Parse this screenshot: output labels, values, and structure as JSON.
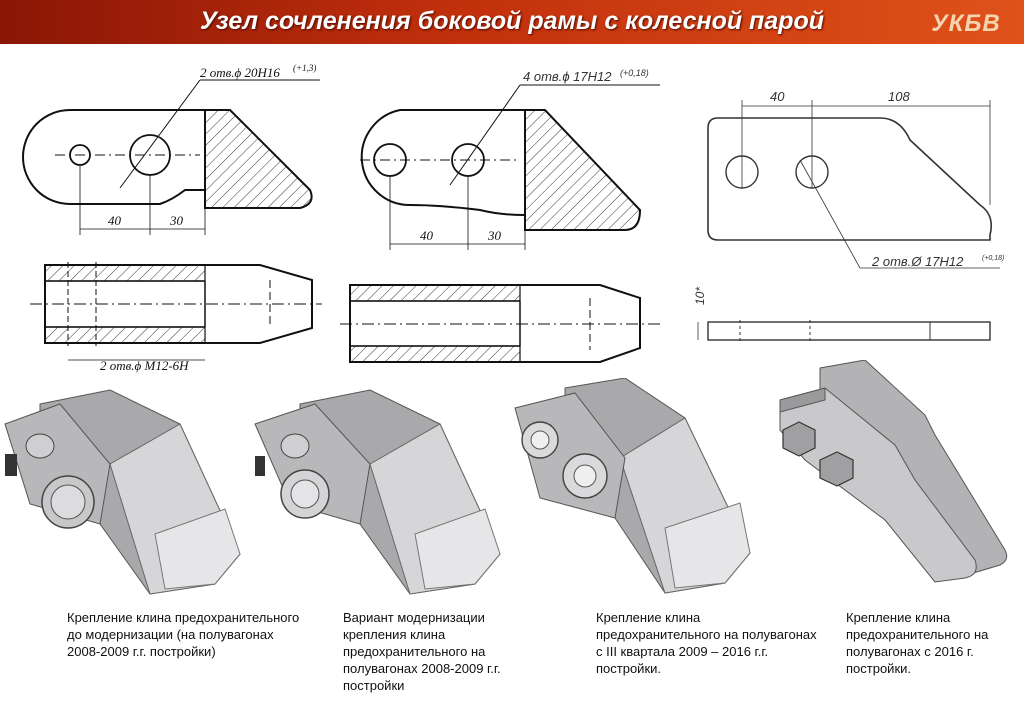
{
  "header": {
    "title": "Узел сочленения боковой рамы с колесной парой",
    "logo": "УКБВ",
    "colors": {
      "start": "#8a1606",
      "end": "#e0521a"
    }
  },
  "drawing1": {
    "hole_note": "2 отв.",
    "hole_size": "20H16",
    "hole_tol": "(+1,3)",
    "thread_note": "2 отв.",
    "thread_size": "M12-6H",
    "dim_a": "40",
    "dim_b": "30",
    "diameter_symbol": "ϕ"
  },
  "drawing2": {
    "hole_note": "4 отв.",
    "hole_size": "17H12",
    "hole_tol": "(+0,18)",
    "dim_a": "40",
    "dim_b": "30",
    "diameter_symbol": "ϕ"
  },
  "drawing3": {
    "dim_a": "40",
    "dim_b": "108",
    "thickness": "10*",
    "hole_note": "2 отв.",
    "hole_size": "17H12",
    "hole_tol": "(+0,18)",
    "diameter_symbol": "Ø"
  },
  "captions": [
    "Крепление клина предохранительного до модернизации (на полувагонах 2008-2009 г.г. постройки)",
    "Вариант модернизации крепления клина предохранительного на полувагонах 2008-2009 г.г. постройки",
    "Крепление клина предохранительного на полувагонах с III квартала 2009 – 2016 г.г. постройки.",
    "Крепление клина предохранительного на полувагонах с 2016 г. постройки."
  ]
}
